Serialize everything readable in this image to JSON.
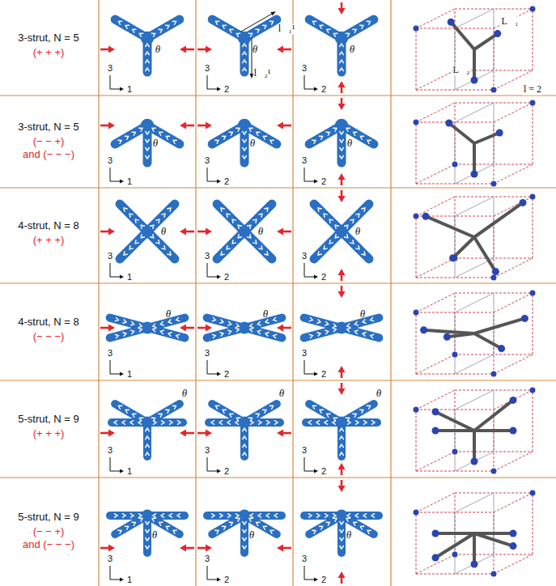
{
  "diagram": {
    "labels": [
      "3-strut, N = 5",
      "(+ + +)",
      "3",
      "1",
      "θ",
      "3",
      "2",
      "θ",
      "l⃗₁¹",
      "l⃗₂¹",
      "3",
      "2",
      "θ",
      "L⃗₁",
      "L⃗₂",
      "l = 2",
      "3-strut, N = 5",
      "(− − +)",
      "and (− − −)",
      "3",
      "1",
      "θ",
      "3",
      "2",
      "θ",
      "3",
      "2",
      "θ",
      "4-strut, N = 8",
      "(+ + +)",
      "3",
      "1",
      "θ",
      "3",
      "2",
      "θ",
      "3",
      "2",
      "θ",
      "4-strut, N = 8",
      "(− − −)",
      "3",
      "1",
      "θ",
      "3",
      "2",
      "θ",
      "3",
      "2",
      "θ",
      "5-strut, N = 9",
      "(+ + +)",
      "3",
      "1",
      "θ",
      "3",
      "2",
      "θ",
      "3",
      "2",
      "θ",
      "5-strut, N = 9",
      "(− − +)",
      "and (− − −)",
      "3",
      "1",
      "θ",
      "3",
      "2",
      "θ",
      "3",
      "2",
      "θ"
    ]
  }
}
